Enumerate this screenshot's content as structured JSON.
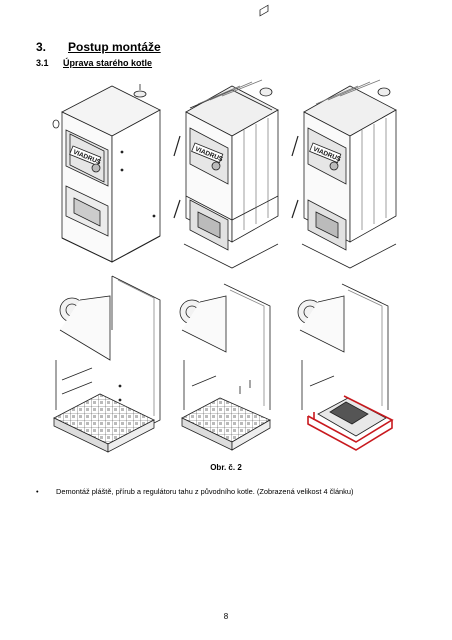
{
  "section": {
    "number": "3.",
    "title": "Postup montáže"
  },
  "subsection": {
    "number": "3.1",
    "title": "Úprava starého kotle"
  },
  "figure": {
    "brand_plate_text": "VIADRUS",
    "caption": "Obr. č. 2",
    "panels": [
      {
        "id": "boiler-complete"
      },
      {
        "id": "boiler-casing-removed"
      },
      {
        "id": "boiler-casing-removed-alt"
      },
      {
        "id": "boiler-frame-open"
      },
      {
        "id": "boiler-frame-grate"
      },
      {
        "id": "boiler-frame-highlighted"
      }
    ],
    "highlight_color": "#c8191e"
  },
  "bullet": {
    "symbol": "•",
    "text": "Demontáž pláště, přírub a regulátoru tahu z  původního kotle. (Zobrazená velikost 4 článku)"
  },
  "page_number": "8"
}
